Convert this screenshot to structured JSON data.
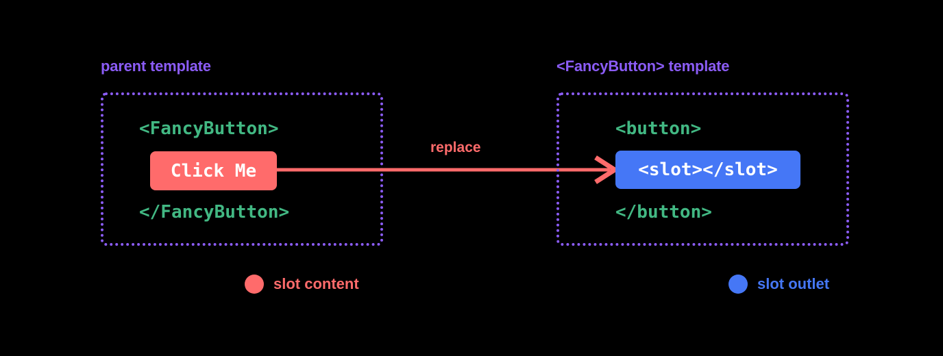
{
  "diagram": {
    "background_color": "#000000",
    "panels": [
      {
        "id": "parent",
        "title": "parent template",
        "title_color": "#8B5CF6",
        "border_color": "#8B5CF6",
        "code_open": "<FancyButton>",
        "code_close": "</FancyButton>",
        "chip_text": "Click Me",
        "chip_color": "#FF6B6B",
        "code_color": "#42B883"
      },
      {
        "id": "fancybutton",
        "title": "<FancyButton> template",
        "title_color": "#8B5CF6",
        "border_color": "#8B5CF6",
        "code_open": "<button>",
        "code_close": "</button>",
        "chip_text": "<slot></slot>",
        "chip_color": "#4577F6",
        "code_color": "#42B883"
      }
    ],
    "arrow": {
      "label": "replace",
      "color": "#FF6B6B",
      "from": "Click Me",
      "to": "<slot></slot>"
    },
    "legend": [
      {
        "label": "slot content",
        "color": "#FF6B6B"
      },
      {
        "label": "slot outlet",
        "color": "#4577F6"
      }
    ]
  }
}
